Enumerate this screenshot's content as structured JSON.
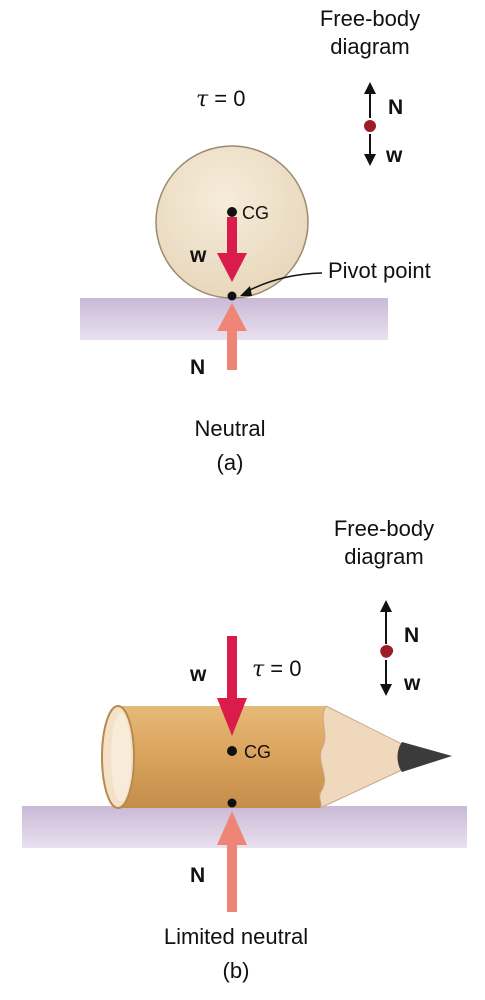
{
  "panel_a": {
    "fbd_title_line1": "Free-body",
    "fbd_title_line2": "diagram",
    "fbd_up_label": "N",
    "fbd_down_label": "w",
    "tau_symbol": "τ",
    "tau_rest": " = 0",
    "cg_label": "CG",
    "weight_label": "w",
    "pivot_label": "Pivot point",
    "normal_label": "N",
    "state_label": "Neutral",
    "caption": "(a)"
  },
  "panel_b": {
    "fbd_title_line1": "Free-body",
    "fbd_title_line2": "diagram",
    "fbd_up_label": "N",
    "fbd_down_label": "w",
    "weight_label": "w",
    "tau_symbol": "τ",
    "tau_rest": " = 0",
    "cg_label": "CG",
    "normal_label": "N",
    "state_label": "Limited neutral",
    "caption": "(b)"
  },
  "colors": {
    "surface": "#d3c6dc",
    "ball_fill": "#efe2cb",
    "ball_stroke": "#9a8a70",
    "weight_arrow": "#d91c4b",
    "normal_arrow": "#ef8576",
    "fbd_dot": "#9c1c2a",
    "pencil_body": "#d9a55f",
    "pencil_wood": "#efd8bc",
    "pencil_lead": "#3b3b3b"
  }
}
